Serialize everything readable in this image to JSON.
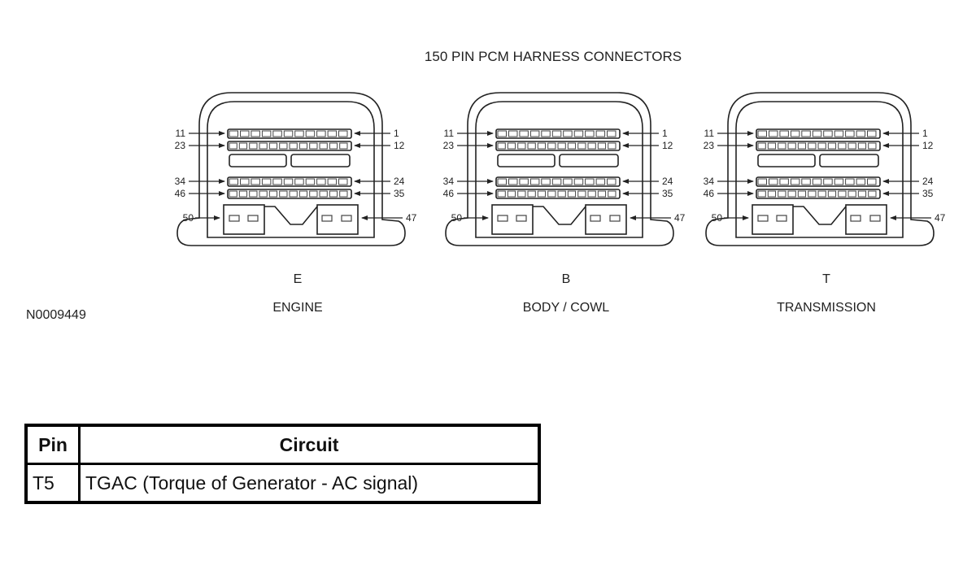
{
  "diagram": {
    "title": "150 PIN PCM HARNESS CONNECTORS",
    "figure_id": "N0009449",
    "pin_labels": {
      "row1_left": "11",
      "row1_right": "1",
      "row2_left": "23",
      "row2_right": "12",
      "row3_left": "34",
      "row3_right": "24",
      "row4_left": "46",
      "row4_right": "35",
      "bottom_left": "50",
      "bottom_right": "47"
    },
    "connectors": [
      {
        "letter": "E",
        "name": "ENGINE"
      },
      {
        "letter": "B",
        "name": "BODY / COWL"
      },
      {
        "letter": "T",
        "name": "TRANSMISSION"
      }
    ]
  },
  "table": {
    "headers": {
      "pin": "Pin",
      "circuit": "Circuit"
    },
    "rows": [
      {
        "pin": "T5",
        "circuit": "TGAC (Torque of Generator - AC signal)"
      }
    ]
  }
}
